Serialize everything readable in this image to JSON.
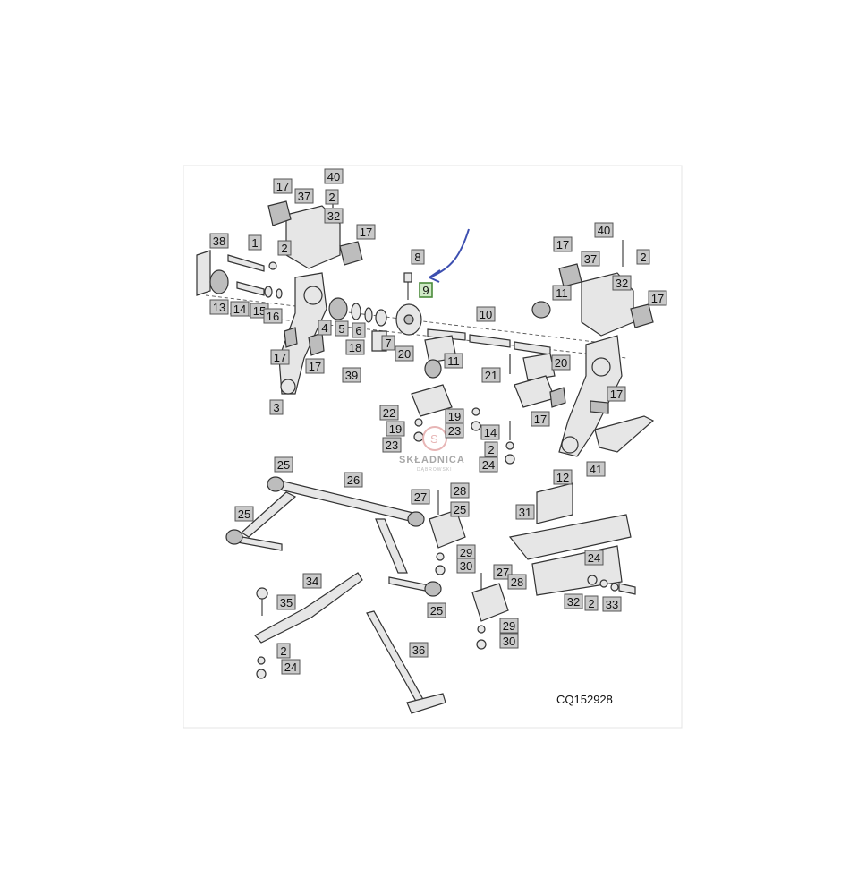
{
  "diagram": {
    "code": "CQ152928",
    "highlighted_label": "9",
    "watermark": {
      "brand": "SKŁADNICA",
      "sub": "DĄBROWSKI"
    },
    "labels": [
      "17",
      "37",
      "40",
      "2",
      "32",
      "17",
      "38",
      "1",
      "2",
      "13",
      "14",
      "15",
      "16",
      "8",
      "9",
      "17",
      "40",
      "2",
      "32",
      "17",
      "37",
      "11",
      "10",
      "5",
      "6",
      "7",
      "4",
      "18",
      "39",
      "3",
      "17",
      "17",
      "20",
      "11",
      "21",
      "20",
      "17",
      "17",
      "22",
      "19",
      "19",
      "23",
      "23",
      "14",
      "2",
      "24",
      "12",
      "41",
      "25",
      "26",
      "27",
      "28",
      "25",
      "25",
      "31",
      "29",
      "30",
      "27",
      "28",
      "24",
      "32",
      "2",
      "33",
      "34",
      "35",
      "29",
      "30",
      "25",
      "2",
      "24",
      "36"
    ],
    "colors": {
      "label_fill": "#c9c9c9",
      "highlight_fill": "#cfe9c6",
      "arrow": "#3d4fb0"
    }
  }
}
